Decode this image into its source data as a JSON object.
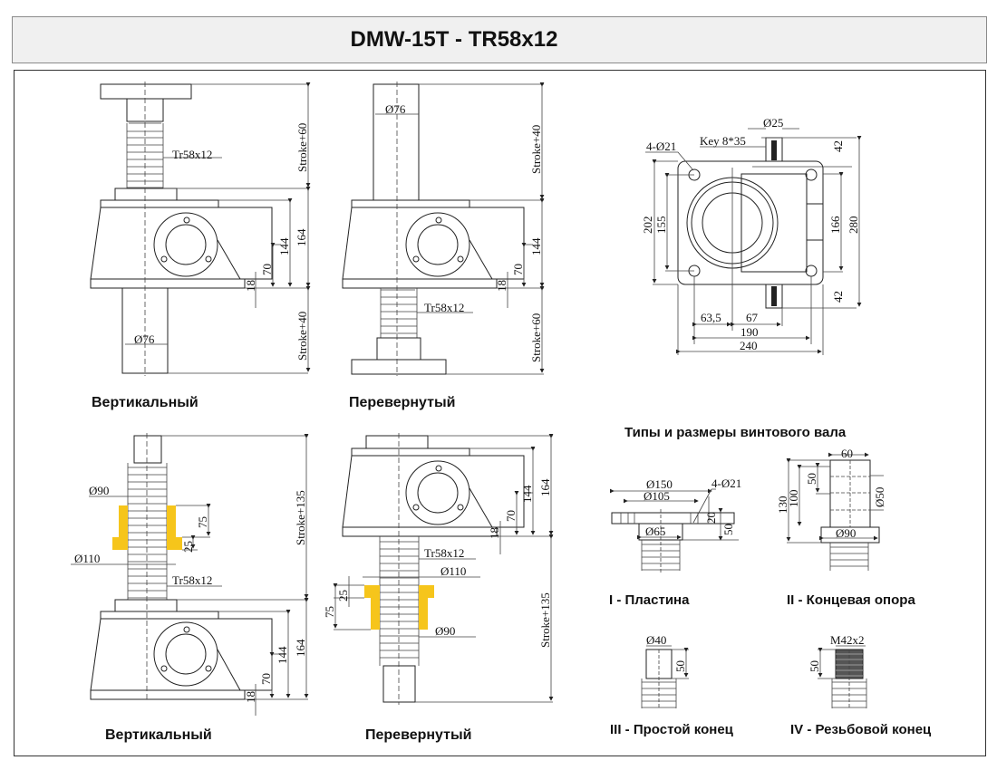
{
  "header": {
    "title": "DMW-15T - TR58x12"
  },
  "views": {
    "top_left": {
      "caption": "Вертикальный",
      "dims": {
        "thread": "Tr58x12",
        "stroke_top": "Stroke+60",
        "stroke_bottom": "Stroke+40",
        "h164": "164",
        "h144": "144",
        "h70": "70",
        "h18": "18",
        "d76": "Ø76"
      }
    },
    "top_middle": {
      "caption": "Перевернутый",
      "dims": {
        "thread": "Tr58x12",
        "stroke_top": "Stroke+40",
        "stroke_bottom": "Stroke+60",
        "h144": "144",
        "h70": "70",
        "h18": "18",
        "d76": "Ø76"
      }
    },
    "plan": {
      "dims": {
        "holes": "4-Ø21",
        "key": "Key 8*35",
        "shaft": "Ø25",
        "h202": "202",
        "h155": "155",
        "h166": "166",
        "h280": "280",
        "h42a": "42",
        "h42b": "42",
        "w63": "63,5",
        "w67": "67",
        "w190": "190",
        "w240": "240"
      }
    },
    "bottom_left": {
      "caption": "Вертикальный",
      "dims": {
        "d90": "Ø90",
        "d110": "Ø110",
        "h75": "75",
        "h25": "25",
        "thread": "Tr58x12",
        "stroke": "Stroke+135",
        "h164": "164",
        "h144": "144",
        "h70": "70",
        "h18": "18"
      }
    },
    "bottom_middle": {
      "caption": "Перевернутый",
      "dims": {
        "thread": "Tr58x12",
        "d110": "Ø110",
        "d90": "Ø90",
        "h25": "25",
        "h75": "75",
        "stroke": "Stroke+135",
        "h164": "164",
        "h144": "144",
        "h70": "70",
        "h18": "18"
      }
    }
  },
  "screw_types": {
    "heading": "Типы и размеры винтового вала",
    "types": [
      {
        "caption": "I - Пластина",
        "dims": [
          "Ø150",
          "Ø105",
          "4-Ø21",
          "20",
          "50",
          "Ø65"
        ]
      },
      {
        "caption": "II - Концевая опора",
        "dims": [
          "60",
          "50",
          "100",
          "130",
          "Ø50",
          "Ø90"
        ]
      },
      {
        "caption": "III - Простой конец",
        "dims": [
          "Ø40",
          "50"
        ]
      },
      {
        "caption": "IV - Резьбовой конец",
        "dims": [
          "M42x2",
          "50"
        ]
      }
    ]
  },
  "colors": {
    "nut": "#f6c51b",
    "title_bg": "#f0f0f0"
  }
}
